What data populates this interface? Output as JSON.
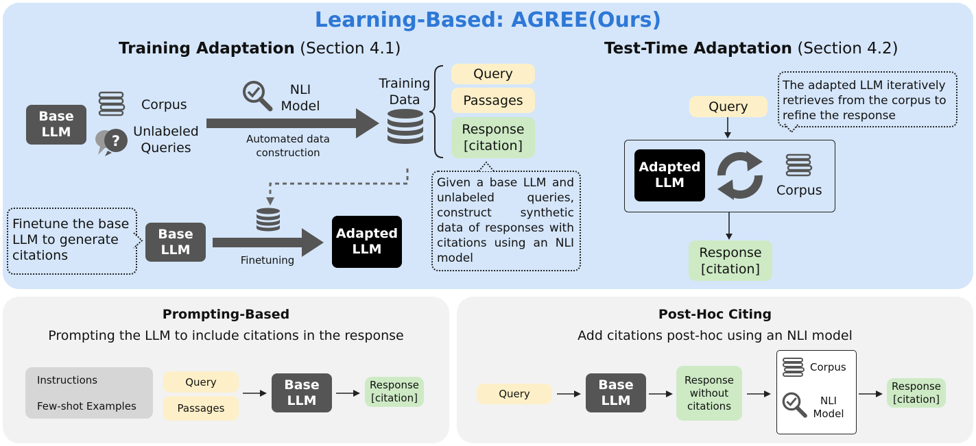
{
  "agree": {
    "title": "Learning-Based: AGREE(Ours)",
    "training": {
      "heading_bold": "Training Adaptation",
      "heading_rest": " (Section 4.1)",
      "base_llm": "Base\nLLM",
      "corpus": "Corpus",
      "unlabeled_queries": "Unlabeled\nQueries",
      "nli_model": "NLI\nModel",
      "automated_label": "Automated data\nconstruction",
      "training_data": "Training\nData",
      "query": "Query",
      "passages": "Passages",
      "response": "Response\n[citation]",
      "note": "Given a base LLM and unlabeled queries, construct synthetic data of responses with citations using an NLI model",
      "finetune_note": "Finetune the base\nLLM to generate\ncitations",
      "base_llm_2": "Base\nLLM",
      "finetuning_label": "Finetuning",
      "adapted_llm": "Adapted\nLLM"
    },
    "testtime": {
      "heading_bold": "Test-Time Adaptation",
      "heading_rest": " (Section 4.2)",
      "note": "The adapted LLM iteratively\nretrieves from the corpus to\nrefine the response",
      "query": "Query",
      "adapted_llm": "Adapted\nLLM",
      "corpus": "Corpus",
      "response": "Response\n[citation]"
    }
  },
  "prompting": {
    "title": "Prompting-Based",
    "subtitle": "Prompting the LLM to include citations in the response",
    "instructions": "Instructions",
    "fewshot": "Few-shot Examples",
    "query": "Query",
    "passages": "Passages",
    "base_llm": "Base\nLLM",
    "response": "Response\n[citation]"
  },
  "posthoc": {
    "title": "Post-Hoc Citing",
    "subtitle": "Add citations post-hoc using an NLI model",
    "query": "Query",
    "base_llm": "Base\nLLM",
    "response_without": "Response\nwithout\ncitations",
    "corpus": "Corpus",
    "nli_model": "NLI\nModel",
    "response": "Response\n[citation]"
  },
  "colors": {
    "agree_panel": "#d5e6fa",
    "grey_panel": "#f2f2f2",
    "title_blue": "#2e78d6",
    "dark_box": "#555555",
    "query_yellow": "#fdf0c8",
    "response_green": "#cdeac4"
  }
}
